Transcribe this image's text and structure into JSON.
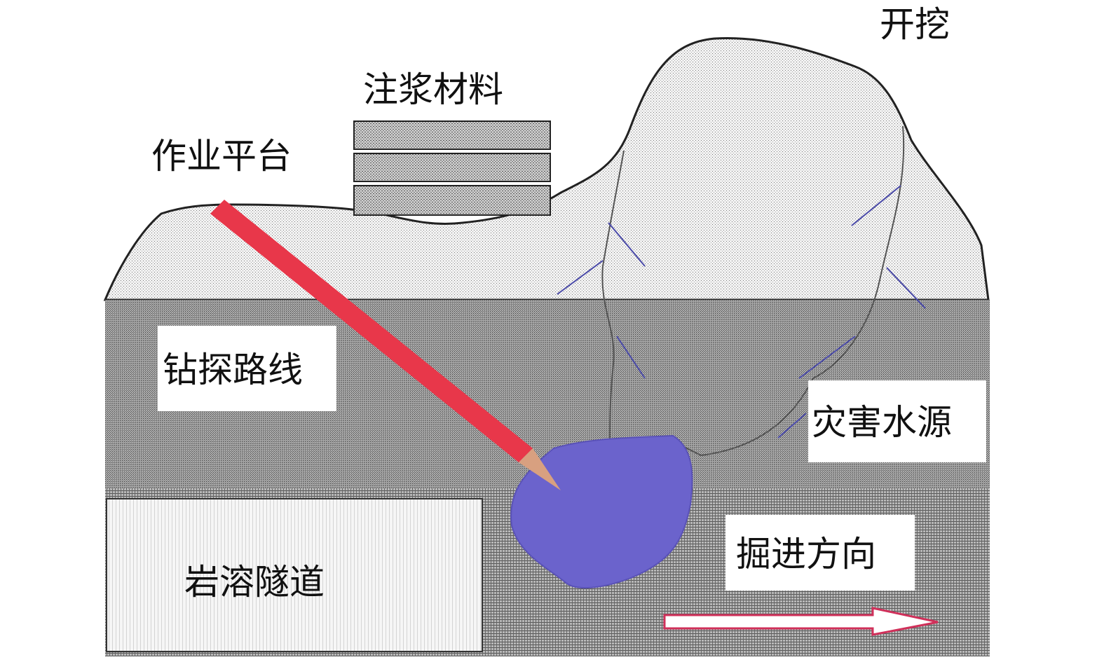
{
  "labels": {
    "excavation": "开挖",
    "grout_material": "注浆材料",
    "work_platform": "作业平台",
    "drilling_route": "钻探路线",
    "hazard_water_source": "灾害水源",
    "tunneling_direction": "掘进方向",
    "karst_tunnel": "岩溶隧道"
  },
  "colors": {
    "drill": "#e8374a",
    "water": "#6b63cc",
    "middle_layer": "#8a8a8a",
    "lower_layer": "#9a9a9a",
    "terrain": "#e6e6e6",
    "arrow_outline": "#d0305a"
  }
}
